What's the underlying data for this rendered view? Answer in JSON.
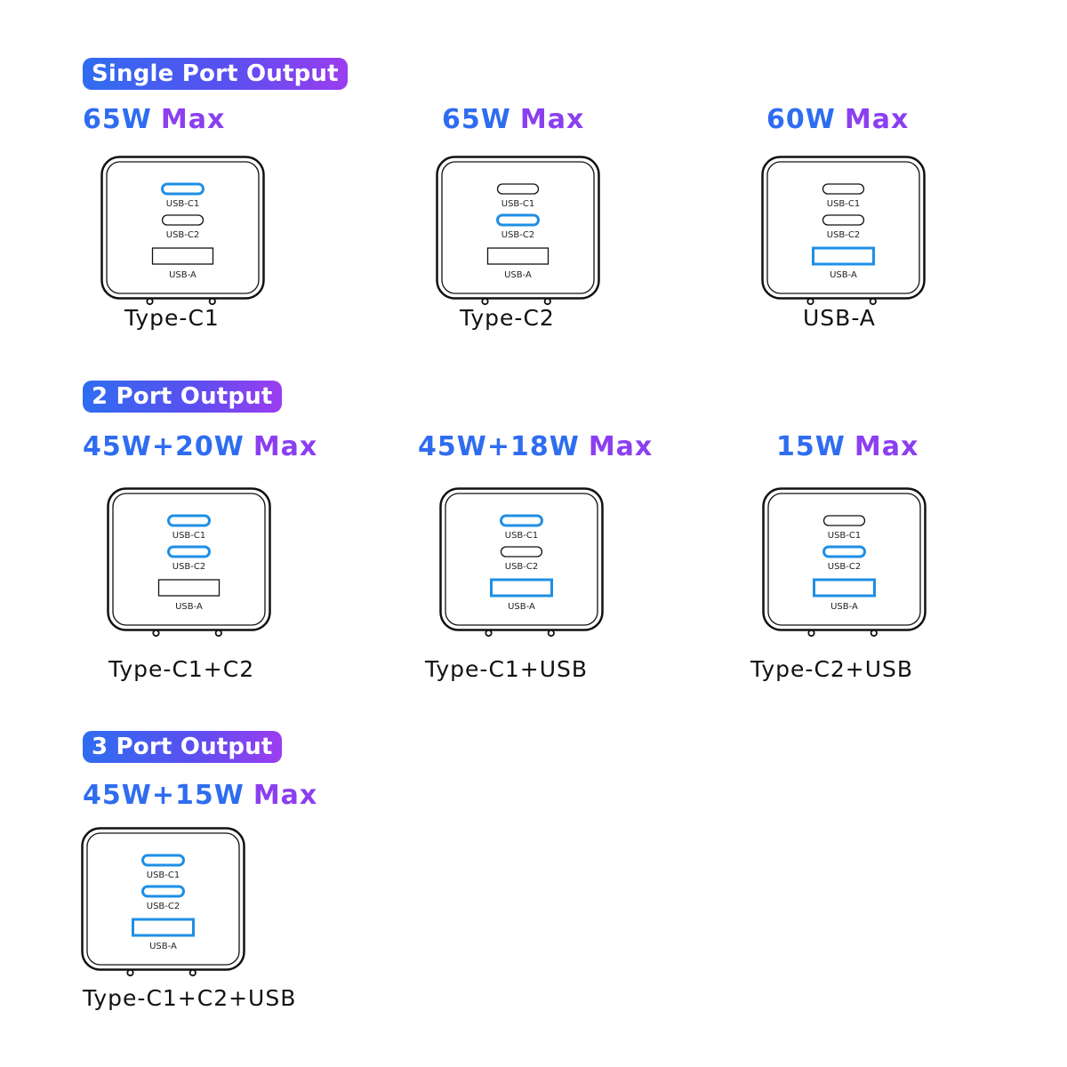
{
  "colors": {
    "accent_blue": "#2f6df0",
    "accent_purple": "#8b3ff0",
    "port_active": "#1e8fe6",
    "outline": "#111111"
  },
  "port_labels": {
    "c1": "USB-C1",
    "c2": "USB-C2",
    "a": "USB-A"
  },
  "sections": [
    {
      "title": "Single Port Output",
      "items": [
        {
          "watts": "65W",
          "max": "Max",
          "caption": "Type-C1",
          "active": [
            "c1"
          ]
        },
        {
          "watts": "65W",
          "max": "Max",
          "caption": "Type-C2",
          "active": [
            "c2"
          ]
        },
        {
          "watts": "60W",
          "max": "Max",
          "caption": "USB-A",
          "active": [
            "a"
          ]
        }
      ]
    },
    {
      "title": "2 Port Output",
      "items": [
        {
          "watts": "45W+20W",
          "max": "Max",
          "caption": "Type-C1+C2",
          "active": [
            "c1",
            "c2"
          ]
        },
        {
          "watts": "45W+18W",
          "max": "Max",
          "caption": "Type-C1+USB",
          "active": [
            "c1",
            "a"
          ]
        },
        {
          "watts": "15W",
          "max": "Max",
          "caption": "Type-C2+USB",
          "active": [
            "c2",
            "a"
          ]
        }
      ]
    },
    {
      "title": "3 Port Output",
      "items": [
        {
          "watts": "45W+15W",
          "max": "Max",
          "caption": "Type-C1+C2+USB",
          "active": [
            "c1",
            "c2",
            "a"
          ]
        }
      ]
    }
  ]
}
